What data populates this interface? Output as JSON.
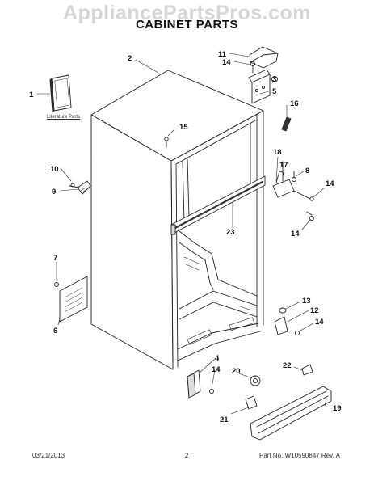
{
  "watermark": "AppliancePartsPros.com",
  "title": "CABINET PARTS",
  "literature_label": "Literature Parts",
  "footer": {
    "date": "03/21/2013",
    "page": "2",
    "part_no": "Part No. W10590847  Rev. A"
  },
  "callouts": {
    "c1": "1",
    "c2": "2",
    "c3": "3",
    "c4": "4",
    "c5": "5",
    "c6": "6",
    "c7": "7",
    "c8": "8",
    "c9": "9",
    "c10": "10",
    "c11": "11",
    "c12": "12",
    "c13": "13",
    "c14a": "14",
    "c14b": "14",
    "c14c": "14",
    "c14d": "14",
    "c14e": "14",
    "c15": "15",
    "c16": "16",
    "c17": "17",
    "c18": "18",
    "c19": "19",
    "c20": "20",
    "c21": "21",
    "c22": "22",
    "c23": "23"
  },
  "colors": {
    "line": "#222222",
    "watermark": "#d6d6d6"
  }
}
